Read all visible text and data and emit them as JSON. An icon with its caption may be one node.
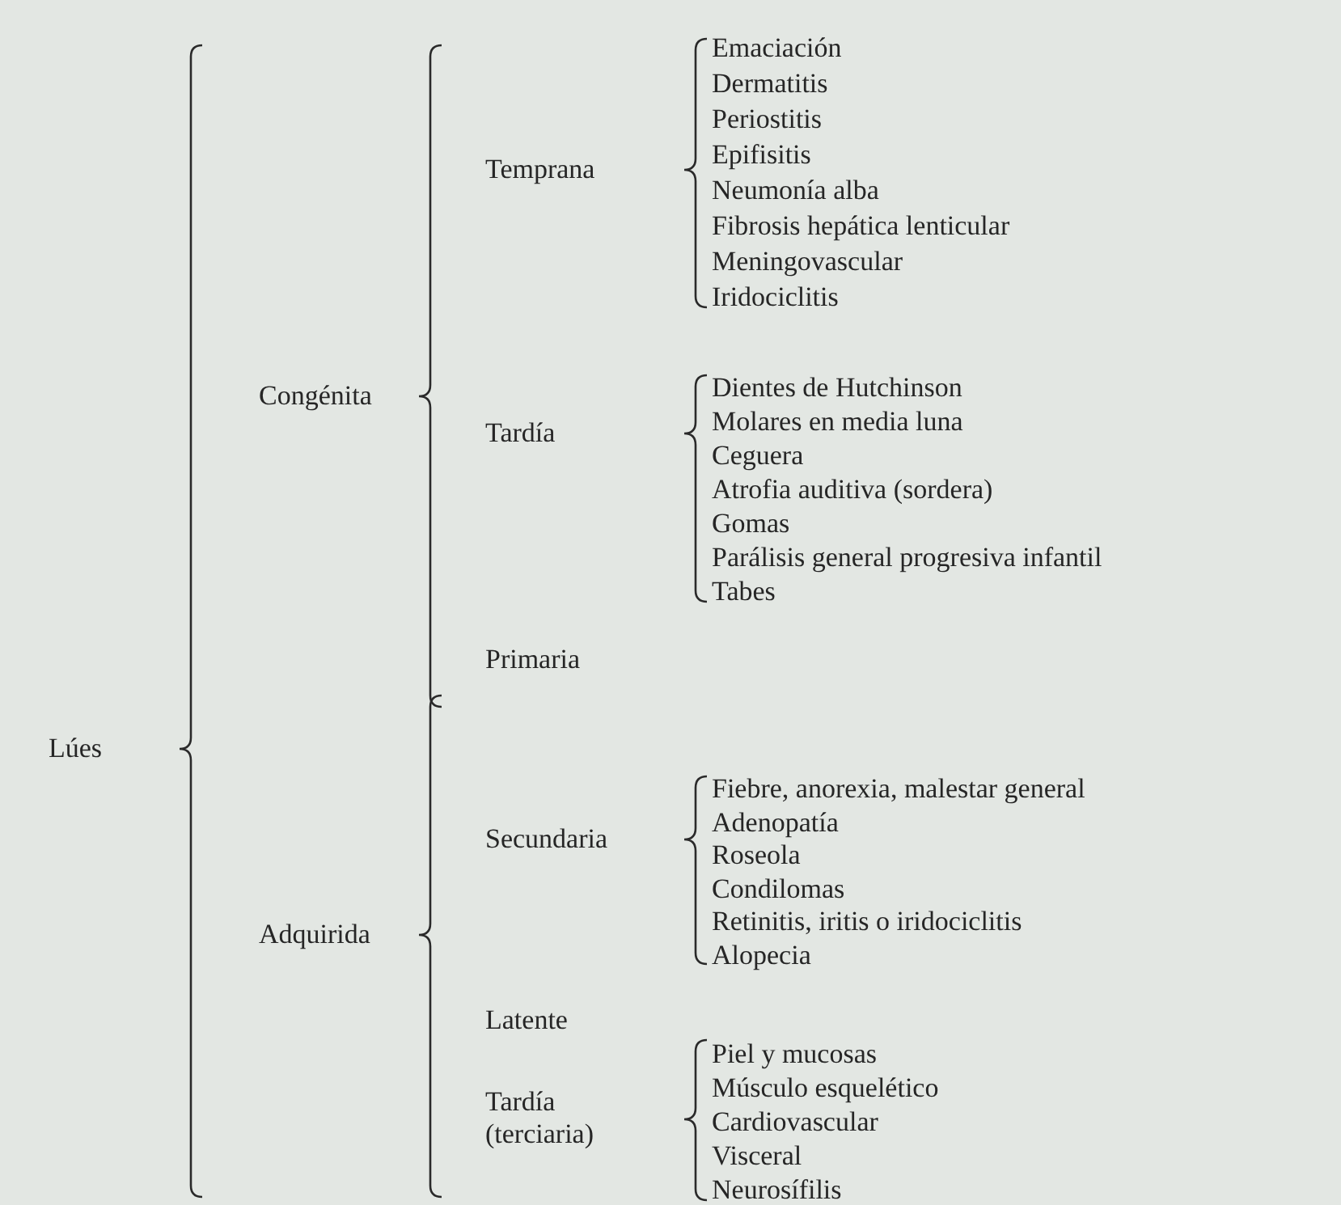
{
  "diagram": {
    "labels": [
      "Lúes",
      "Congénita",
      "Temprana",
      "Emaciación",
      "Dermatitis",
      "Periostitis",
      "Epifisitis",
      "Neumonía alba",
      "Fibrosis hepática lenticular",
      "Meningovascular",
      "Iridociclitis",
      "Tardía",
      "Dientes de Hutchinson",
      "Molares en media luna",
      "Ceguera",
      "Atrofia auditiva (sordera)",
      "Gomas",
      "Parálisis general progresiva infantil",
      "Tabes",
      "Adquirida",
      "Primaria",
      "Secundaria",
      "Fiebre, anorexia, malestar general",
      "Adenopatía",
      "Roseola",
      "Condilomas",
      "Retinitis, iritis o iridociclitis",
      "Alopecia",
      "Latente",
      "Tardía (terciaria)",
      "Piel y mucosas",
      "Músculo esquelético",
      "Cardiovascular",
      "Visceral",
      "Neurosífilis"
    ]
  }
}
